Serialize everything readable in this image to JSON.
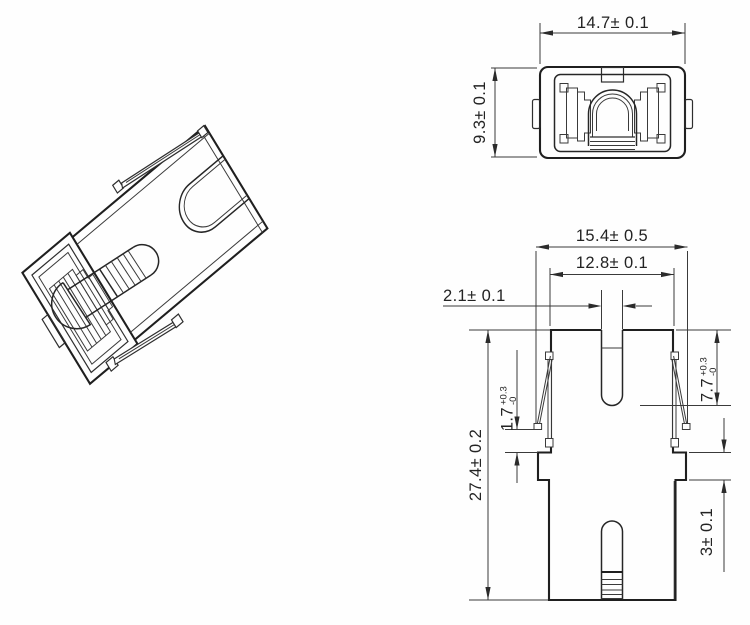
{
  "drawing": {
    "background": "#fefefe",
    "line_color": "#2e2e2e",
    "views": {
      "isometric": {
        "name": "isometric-projection-of-sc-adapter"
      },
      "top_end": {
        "dim_width": "14.7± 0.1",
        "dim_height": "9.3± 0.1"
      },
      "front": {
        "dim_flange_width": "15.4± 0.5",
        "dim_body_width": "12.8± 0.1",
        "dim_slot_width": "2.1± 0.1",
        "dim_total_height": "27.4± 0.2",
        "dim_step_height": "3± 0.1",
        "dim_latch_clearance": {
          "value": "1.7",
          "tol_plus": "+0.3",
          "tol_minus": "-0"
        },
        "dim_slot_depth": {
          "value": "7.7",
          "tol_plus": "+0.3",
          "tol_minus": "-0"
        }
      }
    }
  }
}
